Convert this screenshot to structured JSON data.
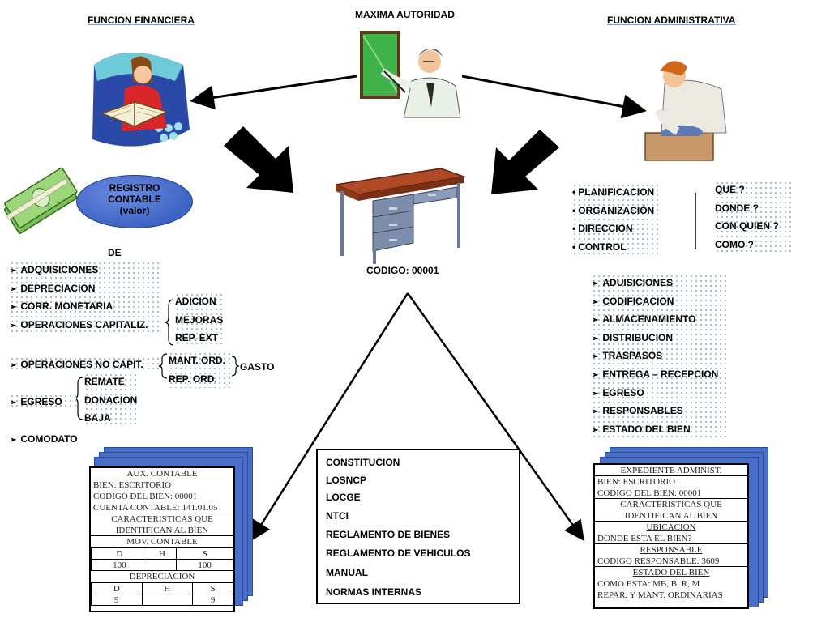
{
  "headers": {
    "financial": "FUNCION FINANCIERA",
    "top": "MAXIMA AUTORIDAD",
    "admin": "FUNCION ADMINISTRATIVA"
  },
  "registro": [
    "REGISTRO",
    "CONTABLE",
    "(valor)"
  ],
  "de_label": "DE",
  "codigo": "CODIGO: 00001",
  "left_list": [
    "ADQUISICIONES",
    "DEPRECIACION",
    "CORR. MONETARIA",
    "OPERACIONES CAPITALIZ."
  ],
  "capitaliz_group": [
    "ADICION",
    "MEJORAS",
    "REP. EXT"
  ],
  "no_capit": "OPERACIONES NO CAPIT.",
  "mant_group": [
    "MANT. ORD.",
    "REP. ORD."
  ],
  "gasto": "GASTO",
  "egreso": "EGRESO",
  "egreso_group": [
    "REMATE",
    "DONACION",
    "BAJA"
  ],
  "comodato": "COMODATO",
  "admin_functions": [
    "PLANIFICACION",
    "ORGANIZACIÓN",
    "DIRECCION",
    "CONTROL"
  ],
  "questions": [
    "QUE ?",
    "DONDE ?",
    "CON QUIEN ?",
    "COMO ?"
  ],
  "right_list": [
    "ADUISICIONES",
    "CODIFICACION",
    "ALMACENAMIENTO",
    "DISTRIBUCION",
    "TRASPASOS",
    "ENTREGA – RECEPCION",
    "EGRESO",
    "RESPONSABLES",
    "ESTADO DEL BIEN"
  ],
  "laws": [
    "CONSTITUCION",
    "LOSNCP",
    "LOCGE",
    "NTCI",
    "REGLAMENTO DE BIENES",
    "REGLAMENTO DE VEHICULOS",
    "MANUAL",
    "NORMAS INTERNAS"
  ],
  "aux_doc": {
    "title": "AUX. CONTABLE",
    "lines": [
      "BIEN: ESCRITORIO",
      "CODIGO DEL BIEN: 00001",
      "CUENTA CONTABLE: 141.01.05"
    ],
    "char_title": [
      "CARACTERISTICAS QUE",
      "IDENTIFICAN AL BIEN"
    ],
    "mov_title": "MOV. CONTABLE",
    "cols": [
      "D",
      "H",
      "S"
    ],
    "mov_row": [
      "100",
      "",
      "100"
    ],
    "dep_title": "DEPRECIACION",
    "dep_row": [
      "9",
      "",
      "9"
    ]
  },
  "exp_doc": {
    "title": "EXPEDIENTE ADMINIST.",
    "lines": [
      "BIEN: ESCRITORIO",
      "CODIGO DEL BIEN: 00001"
    ],
    "char_title": [
      "CARACTERISTICAS QUE",
      "IDENTIFICAN AL BIEN"
    ],
    "ubic_title": "UBICACION",
    "ubic_line": "DONDE ESTA EL BIEN?",
    "resp_title": "RESPONSABLE",
    "resp_line": "CODIGO RESPONSABLE: 3609",
    "estado_title": "ESTADO DEL BIEN",
    "estado_lines": [
      "COMO ESTA: MB, B, R, M",
      "REPAR. Y MANT. ORDINARIAS"
    ]
  },
  "colors": {
    "card_blue": "#4a6fc8",
    "oval_blue": "#3d64c4",
    "green_board": "#3fb24a"
  }
}
